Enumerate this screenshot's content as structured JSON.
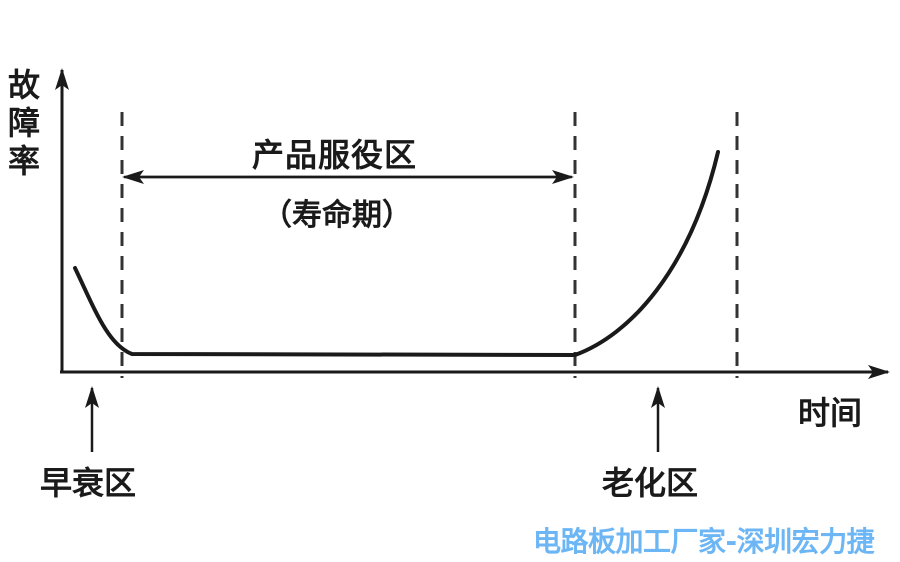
{
  "chart_data": {
    "type": "line",
    "title": "产品服役区（寿命期）",
    "xlabel": "时间",
    "ylabel": "故障率",
    "grid": false,
    "legend": null,
    "description": "Bathtub curve of failure rate vs. time",
    "regions": [
      {
        "name": "早衰区",
        "x_range": [
          0,
          0.1
        ]
      },
      {
        "name": "产品服役区（寿命期）",
        "x_range": [
          0.1,
          0.62
        ]
      },
      {
        "name": "老化区",
        "x_range": [
          0.62,
          0.82
        ]
      }
    ],
    "series": [
      {
        "name": "故障率",
        "x": [
          0.02,
          0.05,
          0.08,
          0.1,
          0.2,
          0.4,
          0.62,
          0.66,
          0.7,
          0.74,
          0.78
        ],
        "values": [
          0.47,
          0.28,
          0.1,
          0.05,
          0.05,
          0.05,
          0.05,
          0.12,
          0.28,
          0.55,
          0.85
        ]
      }
    ],
    "annotations": [
      "早衰区",
      "产品服役区",
      "（寿命期）",
      "老化区"
    ]
  },
  "labels": {
    "y_axis_chars": [
      "故",
      "障",
      "率"
    ],
    "x_axis": "时间",
    "service_region": "产品服役区",
    "service_region_sub": "（寿命期）",
    "early_failure": "早衰区",
    "aging": "老化区"
  },
  "watermark": {
    "text": "电路板加工厂家-深圳宏力捷",
    "color": "#6cb6f5"
  },
  "colors": {
    "line": "#1a1a1a",
    "dashed": "#333333",
    "background": "#ffffff"
  }
}
